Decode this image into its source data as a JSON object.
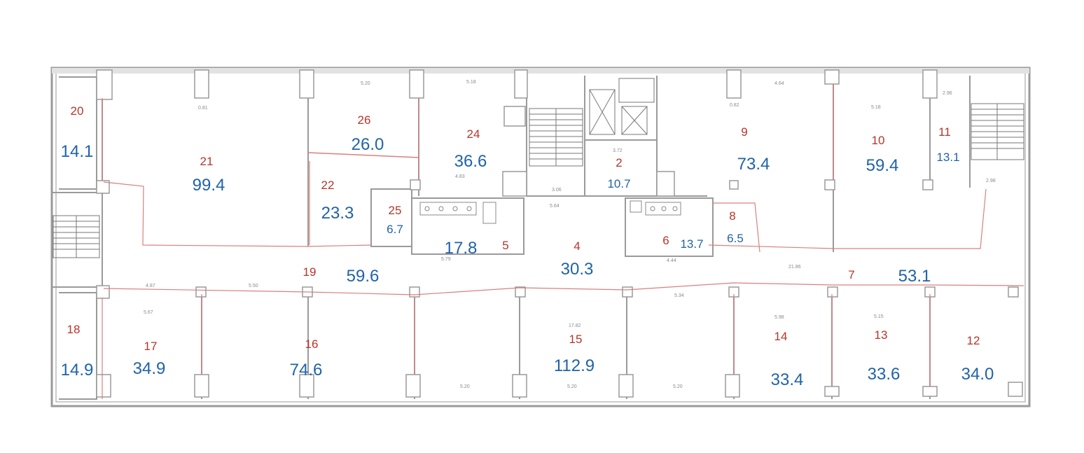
{
  "colors": {
    "room_number": "#b8342b",
    "room_area": "#1f63a8",
    "wall": "#9a9a9a",
    "measure_line": "#d98080"
  },
  "rooms": [
    {
      "number": "20",
      "area": "14.1"
    },
    {
      "number": "21",
      "area": "99.4"
    },
    {
      "number": "26",
      "area": "26.0"
    },
    {
      "number": "24",
      "area": "36.6"
    },
    {
      "number": "22",
      "area": "23.3"
    },
    {
      "number": "25",
      "area": "6.7"
    },
    {
      "number": "2",
      "area": "10.7"
    },
    {
      "number": "9",
      "area": "73.4"
    },
    {
      "number": "10",
      "area": "59.4"
    },
    {
      "number": "11",
      "area": "13.1"
    },
    {
      "number": "5",
      "area": "17.8"
    },
    {
      "number": "4",
      "area": "30.3"
    },
    {
      "number": "6",
      "area": "13.7"
    },
    {
      "number": "8",
      "area": "6.5"
    },
    {
      "number": "19",
      "area": "59.6"
    },
    {
      "number": "7",
      "area": "53.1"
    },
    {
      "number": "18",
      "area": "14.9"
    },
    {
      "number": "17",
      "area": "34.9"
    },
    {
      "number": "16",
      "area": "74.6"
    },
    {
      "number": "15",
      "area": "112.9"
    },
    {
      "number": "14",
      "area": "33.4"
    },
    {
      "number": "13",
      "area": "33.6"
    },
    {
      "number": "12",
      "area": "34.0"
    }
  ],
  "dimensions": {
    "d1": "5.20",
    "d2": "5.18",
    "d3": "4.64",
    "d4": "0.81",
    "d5": "0.82",
    "d6": "3.72",
    "d7": "3.06",
    "d8": "5.64",
    "d9": "4.44",
    "d10": "5.79",
    "d11": "4.87",
    "d12": "5.50",
    "d13": "5.34",
    "d14": "21.86",
    "d15": "5.20",
    "d16": "5.20",
    "d17": "5.20",
    "d18": "17.82",
    "d19": "2.96",
    "d20": "2.98",
    "d21": "4.83",
    "d22": "5.18",
    "d23": "5.15",
    "d24": "5.67",
    "d25": "5.98"
  }
}
